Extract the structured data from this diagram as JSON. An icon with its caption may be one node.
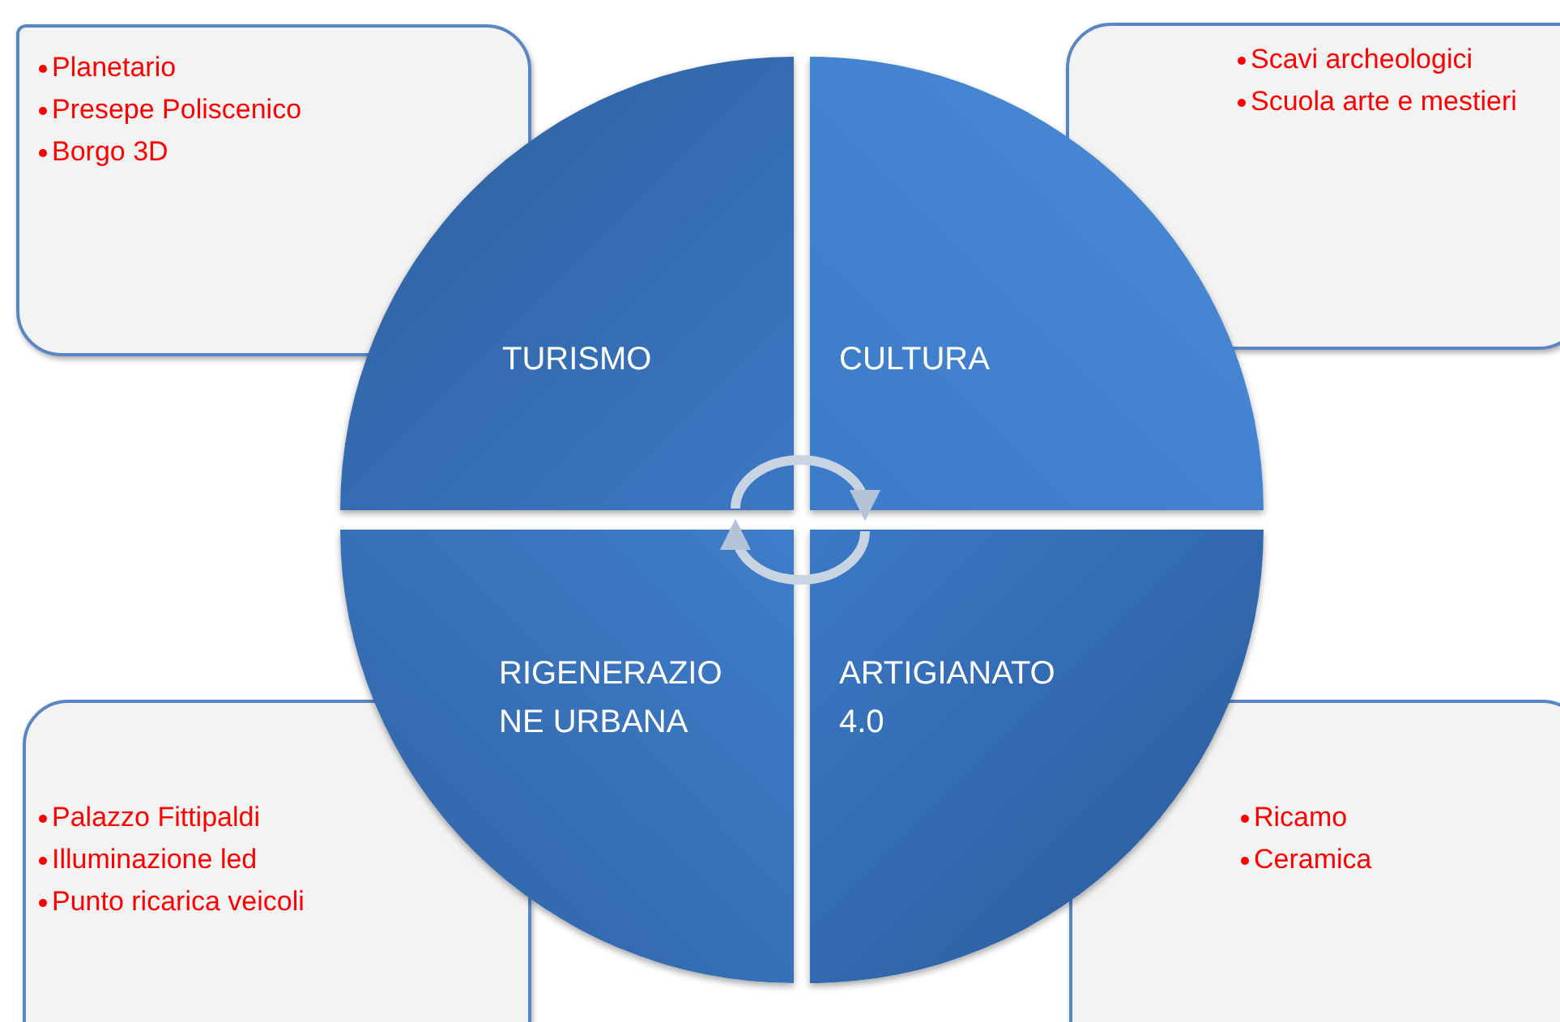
{
  "diagram": {
    "nodes": [
      {
        "text": [
          "TURISMO"
        ]
      },
      {
        "text": [
          "CULTURA"
        ]
      },
      {
        "text": [
          "RIGENERAZIONE URBANA"
        ]
      },
      {
        "text": [
          "ARTIGIANATO 4.0"
        ]
      },
      {
        "text": [
          "Planetario",
          "Presepe Poliscenico",
          "Borgo 3D"
        ]
      },
      {
        "text": [
          "Scavi archeologici",
          "Scuola arte e mestieri"
        ]
      },
      {
        "text": [
          "Palazzo Fittipaldi",
          "Illuminazione led",
          "Punto ricarica veicoli"
        ]
      },
      {
        "text": [
          "Ricamo",
          "Ceramica"
        ]
      }
    ],
    "edges": [
      {
        "from": 0,
        "to": 1,
        "arrow": "to"
      },
      {
        "from": 3,
        "to": 2,
        "arrow": "to"
      }
    ]
  }
}
